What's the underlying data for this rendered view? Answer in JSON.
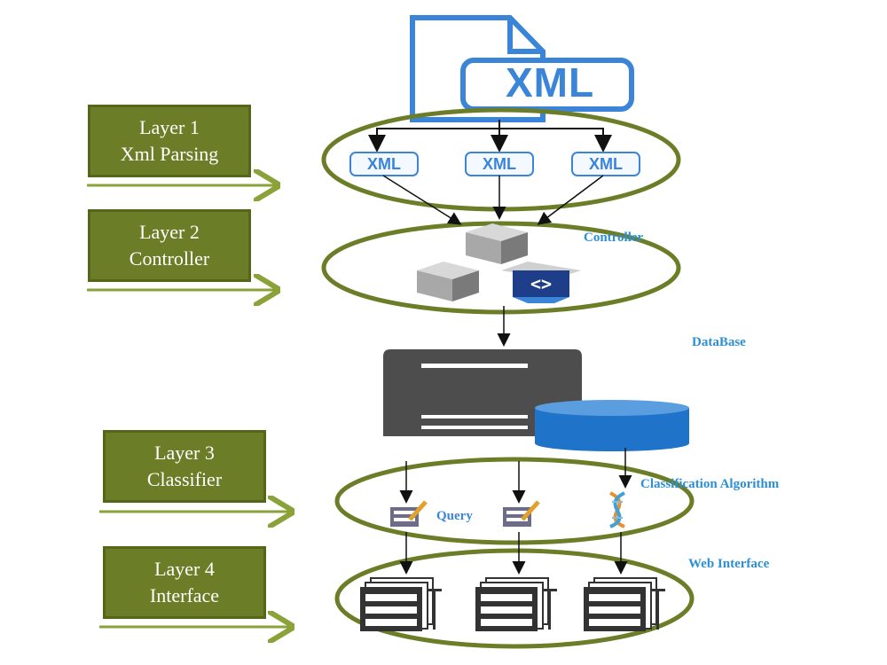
{
  "layers": [
    {
      "line1": "Layer 1",
      "line2": "Xml Parsing"
    },
    {
      "line1": "Layer 2",
      "line2": "Controller"
    },
    {
      "line1": "Layer 3",
      "line2": "Classifier"
    },
    {
      "line1": "Layer 4",
      "line2": "Interface"
    }
  ],
  "labels": {
    "controller": "Controller",
    "database": "DataBase",
    "classification": "Classification Algorithm",
    "query": "Query",
    "web_interface": "Web Interface"
  },
  "xml": {
    "main": "XML",
    "parts": [
      "XML",
      "XML",
      "XML"
    ]
  },
  "controller_glyph": "<>",
  "colors": {
    "layer_box": "#6b7d26",
    "ellipse": "#6b7d26",
    "arrow_green": "#8aa238",
    "xml_blue": "#3b85d9",
    "label_blue": "#2b8fd6",
    "database_blue": "#1f73c9",
    "server_gray": "#4d4d4d"
  }
}
